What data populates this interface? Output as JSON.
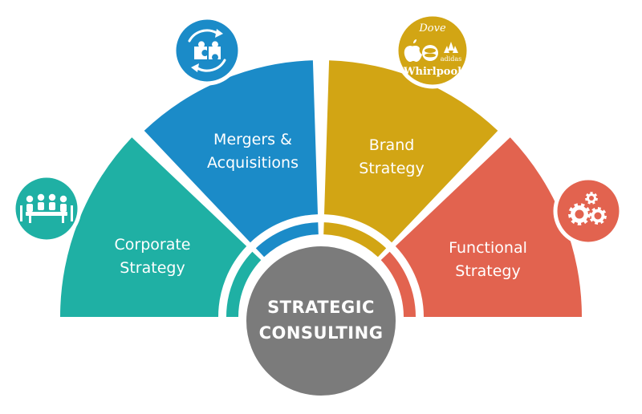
{
  "center": {
    "line1": "STRATEGIC",
    "line2": "CONSULTING",
    "color": "#7b7b7b"
  },
  "segments": [
    {
      "id": "corporate",
      "line1": "Corporate",
      "line2": "Strategy",
      "color": "#1fb0a4",
      "icon": "meeting-table-icon"
    },
    {
      "id": "mergers",
      "line1": "Mergers &",
      "line2": "Acquisitions",
      "color": "#1b8bc8",
      "icon": "puzzle-cycle-icon"
    },
    {
      "id": "brand",
      "line1": "Brand",
      "line2": "Strategy",
      "color": "#d2a514",
      "icon": "brand-logos-icon"
    },
    {
      "id": "functional",
      "line1": "Functional",
      "line2": "Strategy",
      "color": "#e2634f",
      "icon": "gears-icon"
    }
  ],
  "brand_logos": {
    "dove": "Dove",
    "adidas": "adidas",
    "whirlpool": "Whirlpool"
  }
}
